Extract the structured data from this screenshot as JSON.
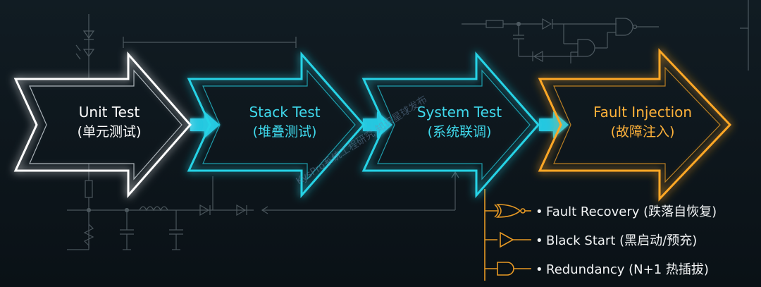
{
  "stages": [
    {
      "title": "Unit Test",
      "subtitle": "(单元测试)",
      "color": "#ffffff",
      "text_color": "#ffffff"
    },
    {
      "title": "Stack Test",
      "subtitle": "(堆叠测试)",
      "color": "#27d3e6",
      "text_color": "#3fd9ec"
    },
    {
      "title": "System Test",
      "subtitle": "(系统联调)",
      "color": "#27d3e6",
      "text_color": "#3fd9ec"
    },
    {
      "title": "Fault Injection",
      "subtitle": "(故障注入)",
      "color": "#ffa826",
      "text_color": "#ffb23a"
    }
  ],
  "fault_items": [
    {
      "bullet": "•",
      "text": "Fault Recovery (跌落自恢复)"
    },
    {
      "bullet": "•",
      "text": "Black Start (黑启动/预充)"
    },
    {
      "bullet": "•",
      "text": "Redundancy (N+1 热插拔)"
    }
  ],
  "watermark": "KysPro系统工程研究 知识星球发布",
  "colors": {
    "background": "#0c141a",
    "circuit": "#7f8c93",
    "connector": "#26c7e0",
    "orange": "#ffa826"
  }
}
